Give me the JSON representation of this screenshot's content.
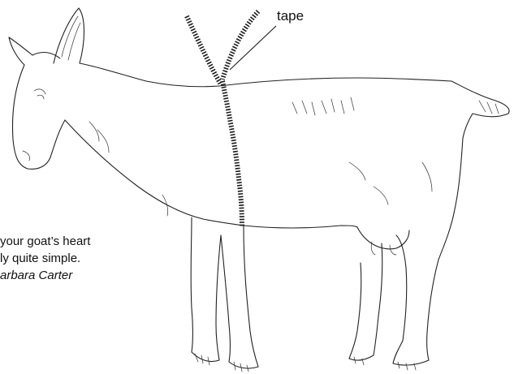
{
  "labels": {
    "tape": "tape"
  },
  "caption": {
    "line1": "your goat’s heart",
    "line2": "ly quite simple.",
    "credit": "arbara Carter"
  }
}
